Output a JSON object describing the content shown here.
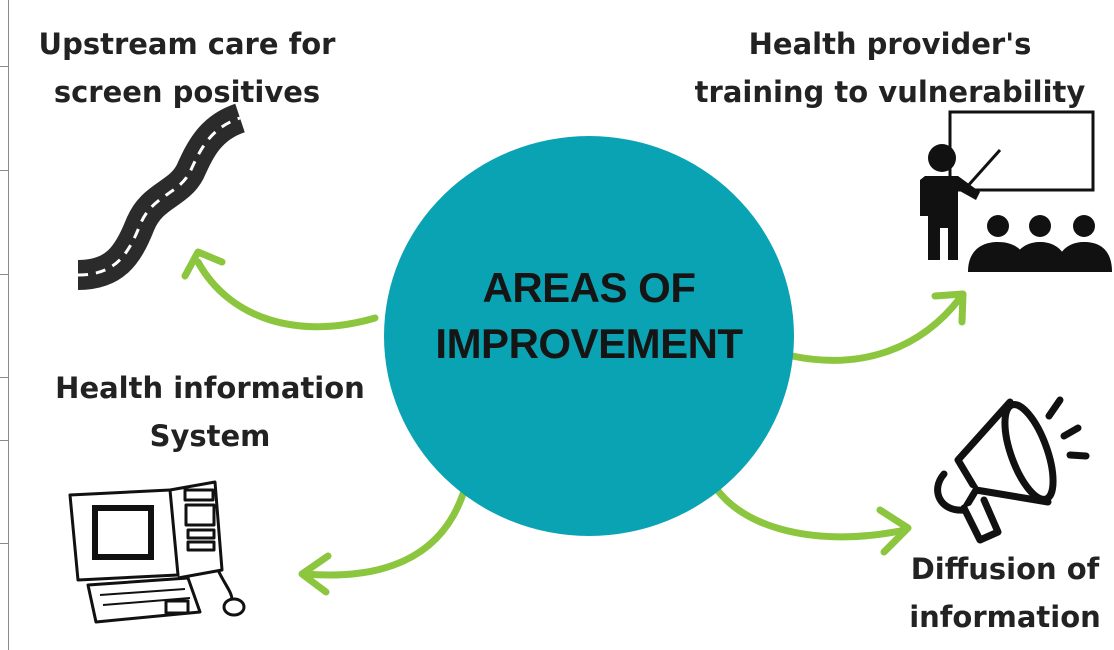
{
  "center": {
    "line1": "AREAS OF",
    "line2": "IMPROVEMENT"
  },
  "areas": [
    {
      "line1": "Upstream care for",
      "line2": "screen positives",
      "icon": "road-icon"
    },
    {
      "line1": "Health provider's",
      "line2": "training to vulnerability",
      "icon": "teacher-icon"
    },
    {
      "line1": "Health information",
      "line2": "System",
      "icon": "computer-icon"
    },
    {
      "line1": "Diffusion of",
      "line2": "information",
      "icon": "megaphone-icon"
    }
  ],
  "colors": {
    "circle": "#0aa3b4",
    "arrow": "#8cc63f",
    "text": "#222222",
    "icon": "#111111"
  }
}
